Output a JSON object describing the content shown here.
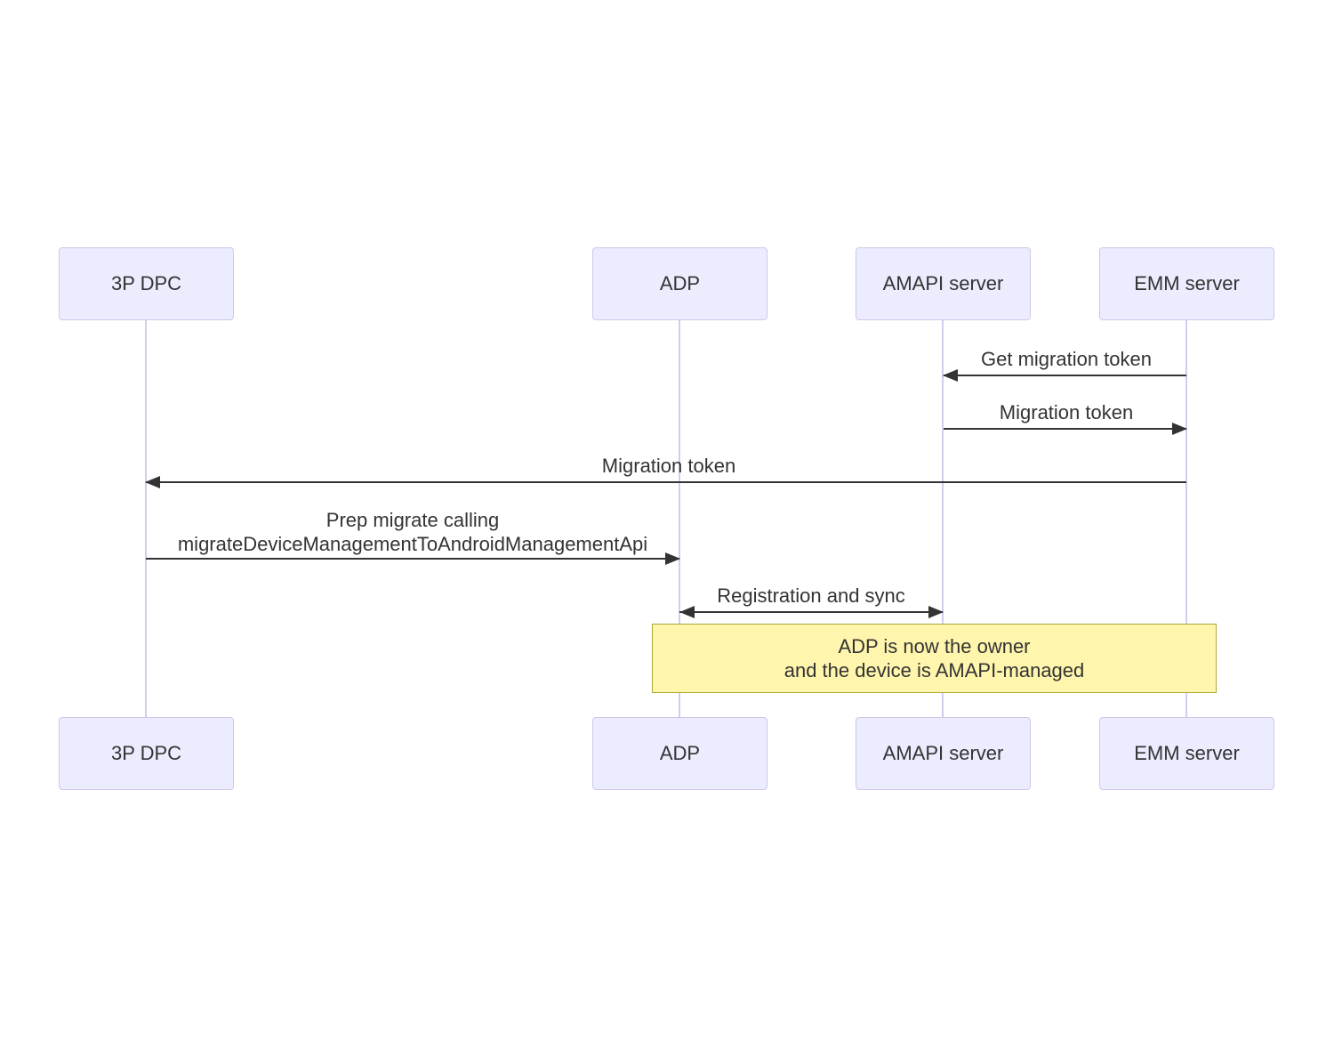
{
  "diagram_type": "sequence-diagram",
  "actors": [
    {
      "label": "3P DPC"
    },
    {
      "label": "ADP"
    },
    {
      "label": "AMAPI server"
    },
    {
      "label": "EMM server"
    }
  ],
  "messages": [
    {
      "text": "Get migration token",
      "from": "EMM server",
      "to": "AMAPI server",
      "arrow": "left"
    },
    {
      "text": "Migration token",
      "from": "AMAPI server",
      "to": "EMM server",
      "arrow": "right"
    },
    {
      "text": "Migration token",
      "from": "EMM server",
      "to": "3P DPC",
      "arrow": "left"
    },
    {
      "text": "Prep migrate calling",
      "text_line2": "migrateDeviceManagementToAndroidManagementApi",
      "from": "3P DPC",
      "to": "ADP",
      "arrow": "right"
    },
    {
      "text": "Registration and sync",
      "from": "ADP",
      "to": "AMAPI server",
      "arrow": "both"
    }
  ],
  "note": {
    "line1": "ADP is now the owner",
    "line2": "and the device is AMAPI-managed"
  },
  "colors": {
    "actor_fill": "#ECECFF",
    "actor_border": "#CFC7EA",
    "lifeline": "#D2CCEE",
    "signal": "#333333",
    "note_fill": "#FFF5AD",
    "note_border": "#AAAA33"
  }
}
